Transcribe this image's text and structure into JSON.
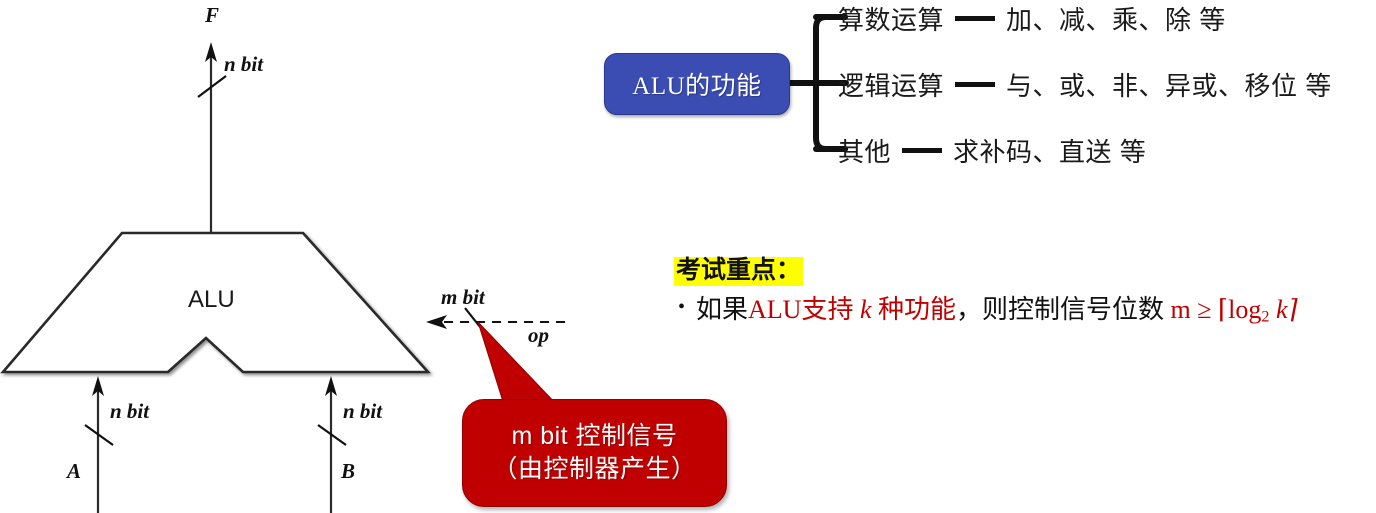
{
  "diagram": {
    "unit_label": "ALU",
    "output": {
      "name": "F",
      "width_label": "n bit"
    },
    "inputs": [
      {
        "name": "A",
        "width_label": "n bit"
      },
      {
        "name": "B",
        "width_label": "n bit"
      }
    ],
    "control": {
      "name": "op",
      "width_label": "m bit"
    }
  },
  "callout": {
    "line1": "m bit 控制信号",
    "line2": "（由控制器产生）"
  },
  "mindmap": {
    "root_label": "ALU的功能",
    "branches": [
      {
        "key": "算数运算",
        "value": "加、减、乘、除 等"
      },
      {
        "key": "逻辑运算",
        "value": "与、或、非、异或、移位 等"
      },
      {
        "key": "其他",
        "value": "求补码、直送 等"
      }
    ]
  },
  "exam": {
    "heading": "考试重点：",
    "bullet_marker": "•",
    "segments": [
      {
        "text": "如果",
        "color": "black"
      },
      {
        "text": "ALU支持 ",
        "color": "red"
      },
      {
        "text": "k",
        "color": "red",
        "style": "italic"
      },
      {
        "text": " 种功能",
        "color": "red"
      },
      {
        "text": "，则控制信号位数 ",
        "color": "black"
      },
      {
        "text": "m ≥ ⌈log",
        "color": "red"
      },
      {
        "text": "2",
        "color": "red",
        "style": "sub"
      },
      {
        "text": " k⌉",
        "color": "red"
      }
    ]
  },
  "colors": {
    "accent_blue": "#3b4cb3",
    "callout_red": "#c00000",
    "highlight_yellow": "#ffff00",
    "text_black": "#111111"
  }
}
